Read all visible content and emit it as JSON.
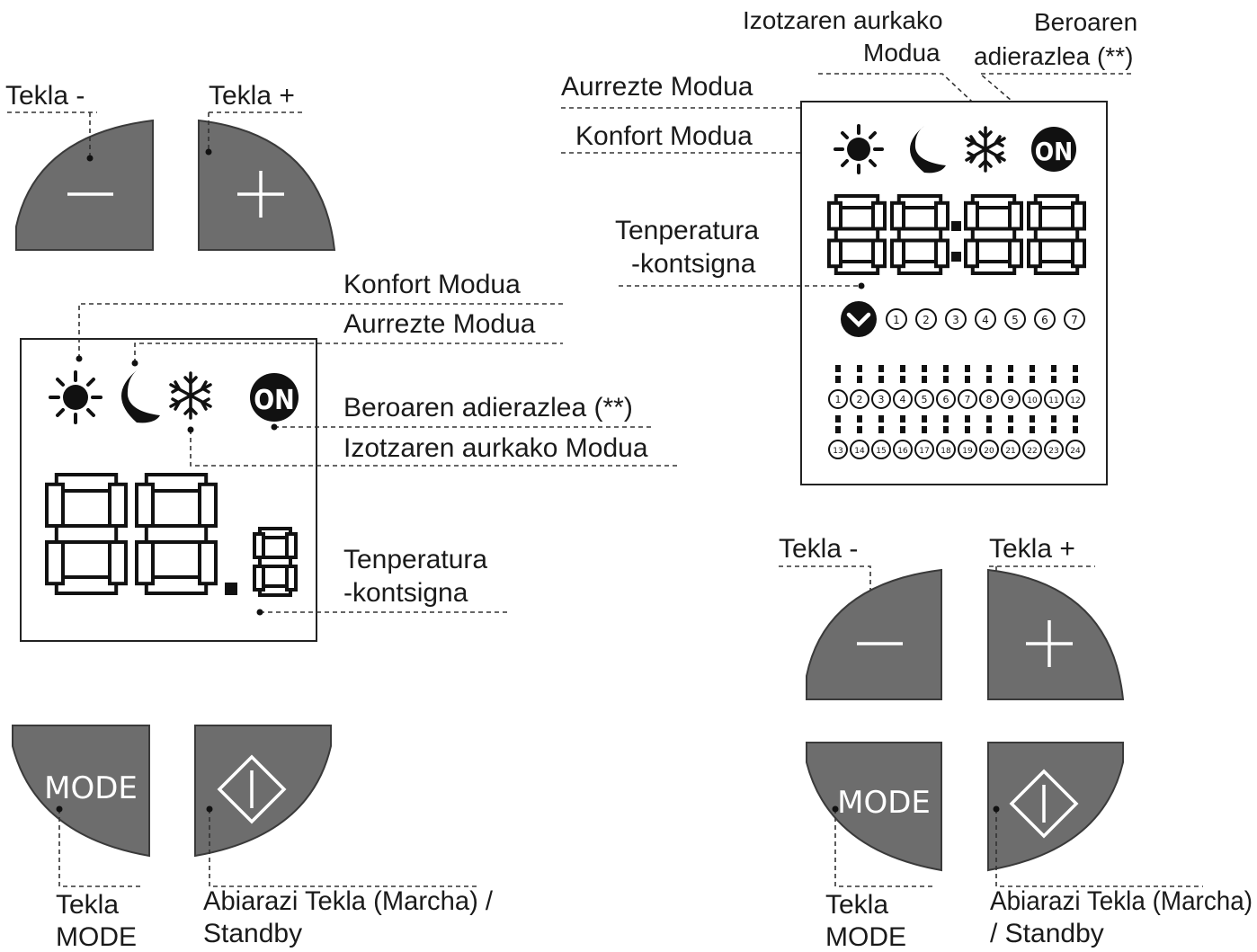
{
  "left_unit": {
    "minus_key_label": "Tekla -",
    "plus_key_label": "Tekla +",
    "comfort_mode_label": "Konfort Modua",
    "eco_mode_label": "Aurrezte Modua",
    "heat_indicator_label": "Beroaren adierazlea (**)",
    "antifreeze_mode_label": "Izotzaren aurkako Modua",
    "setpoint_label_line1": "Tenperatura",
    "setpoint_label_line2": "-kontsigna",
    "mode_key_label_line1": "Tekla",
    "mode_key_label_line2": "MODE",
    "standby_key_label_line1": "Abiarazi Tekla (Marcha)  /",
    "standby_key_label_line2": "Standby",
    "mode_key_text": "MODE",
    "on_badge": "ON"
  },
  "right_unit": {
    "antifreeze_mode_label_line1": "Izotzaren aurkako",
    "antifreeze_mode_label_line2": "Modua",
    "heat_indicator_label_line1": "Beroaren",
    "heat_indicator_label_line2": "adierazlea  (**)",
    "eco_mode_label": "Aurrezte Modua",
    "comfort_mode_label": "Konfort Modua",
    "setpoint_label_line1": "Tenperatura",
    "setpoint_label_line2": "-kontsigna",
    "minus_key_label": "Tekla -",
    "plus_key_label": "Tekla +",
    "mode_key_label_line1": "Tekla",
    "mode_key_label_line2": "MODE",
    "standby_key_label_line1": "Abiarazi Tekla (Marcha)",
    "standby_key_label_line2": "/ Standby",
    "mode_key_text": "MODE",
    "on_badge": "ON",
    "day_numbers": [
      "1",
      "2",
      "3",
      "4",
      "5",
      "6",
      "7"
    ],
    "hours_row1": [
      "1",
      "2",
      "3",
      "4",
      "5",
      "6",
      "7",
      "8",
      "9",
      "10",
      "11",
      "12"
    ],
    "hours_row2": [
      "13",
      "14",
      "15",
      "16",
      "17",
      "18",
      "19",
      "20",
      "21",
      "22",
      "23",
      "24"
    ]
  },
  "colors": {
    "key_fill": "#6d6d6d",
    "display_ink": "#111111"
  }
}
